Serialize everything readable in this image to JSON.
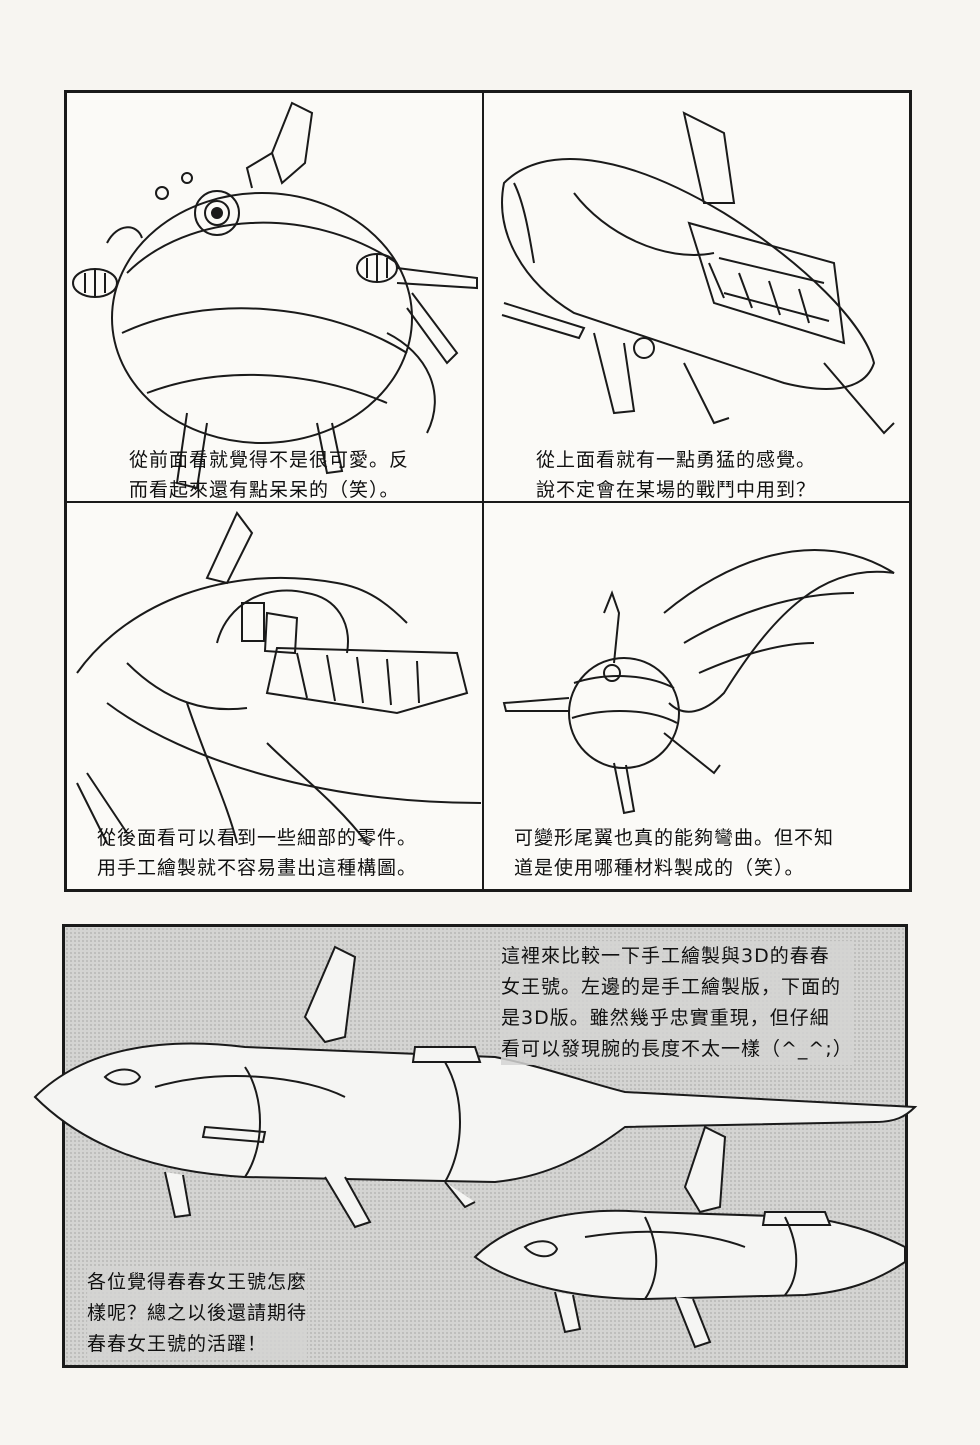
{
  "panels": [
    {
      "caption_lines": [
        "從前面看就覺得不是很可愛。反",
        "而看起來還有點呆呆的（笑）。"
      ]
    },
    {
      "caption_lines": [
        "從上面看就有一點勇猛的感覺。",
        "說不定會在某場的戰鬥中用到？"
      ]
    },
    {
      "caption_lines": [
        "從後面看可以看到一些細部的零件。",
        "用手工繪製就不容易畫出這種構圖。"
      ]
    },
    {
      "caption_lines": [
        "可變形尾翼也真的能夠彎曲。但不知",
        "道是使用哪種材料製成的（笑）。"
      ]
    }
  ],
  "comparison": {
    "note_lines": [
      "這裡來比較一下手工繪製與3D的春春",
      "女王號。左邊的是手工繪製版，下面的",
      "是3D版。雖然幾乎忠實重現，但仔細",
      "看可以發現腕的長度不太一樣（^_^;）"
    ],
    "closing_lines": [
      "各位覺得春春女王號怎麼",
      "樣呢？總之以後還請期待",
      "春春女王號的活躍！"
    ]
  },
  "colors": {
    "ink": "#1a1a1a",
    "screentone": "#d4d4d2",
    "paper": "#f7f5f1"
  }
}
